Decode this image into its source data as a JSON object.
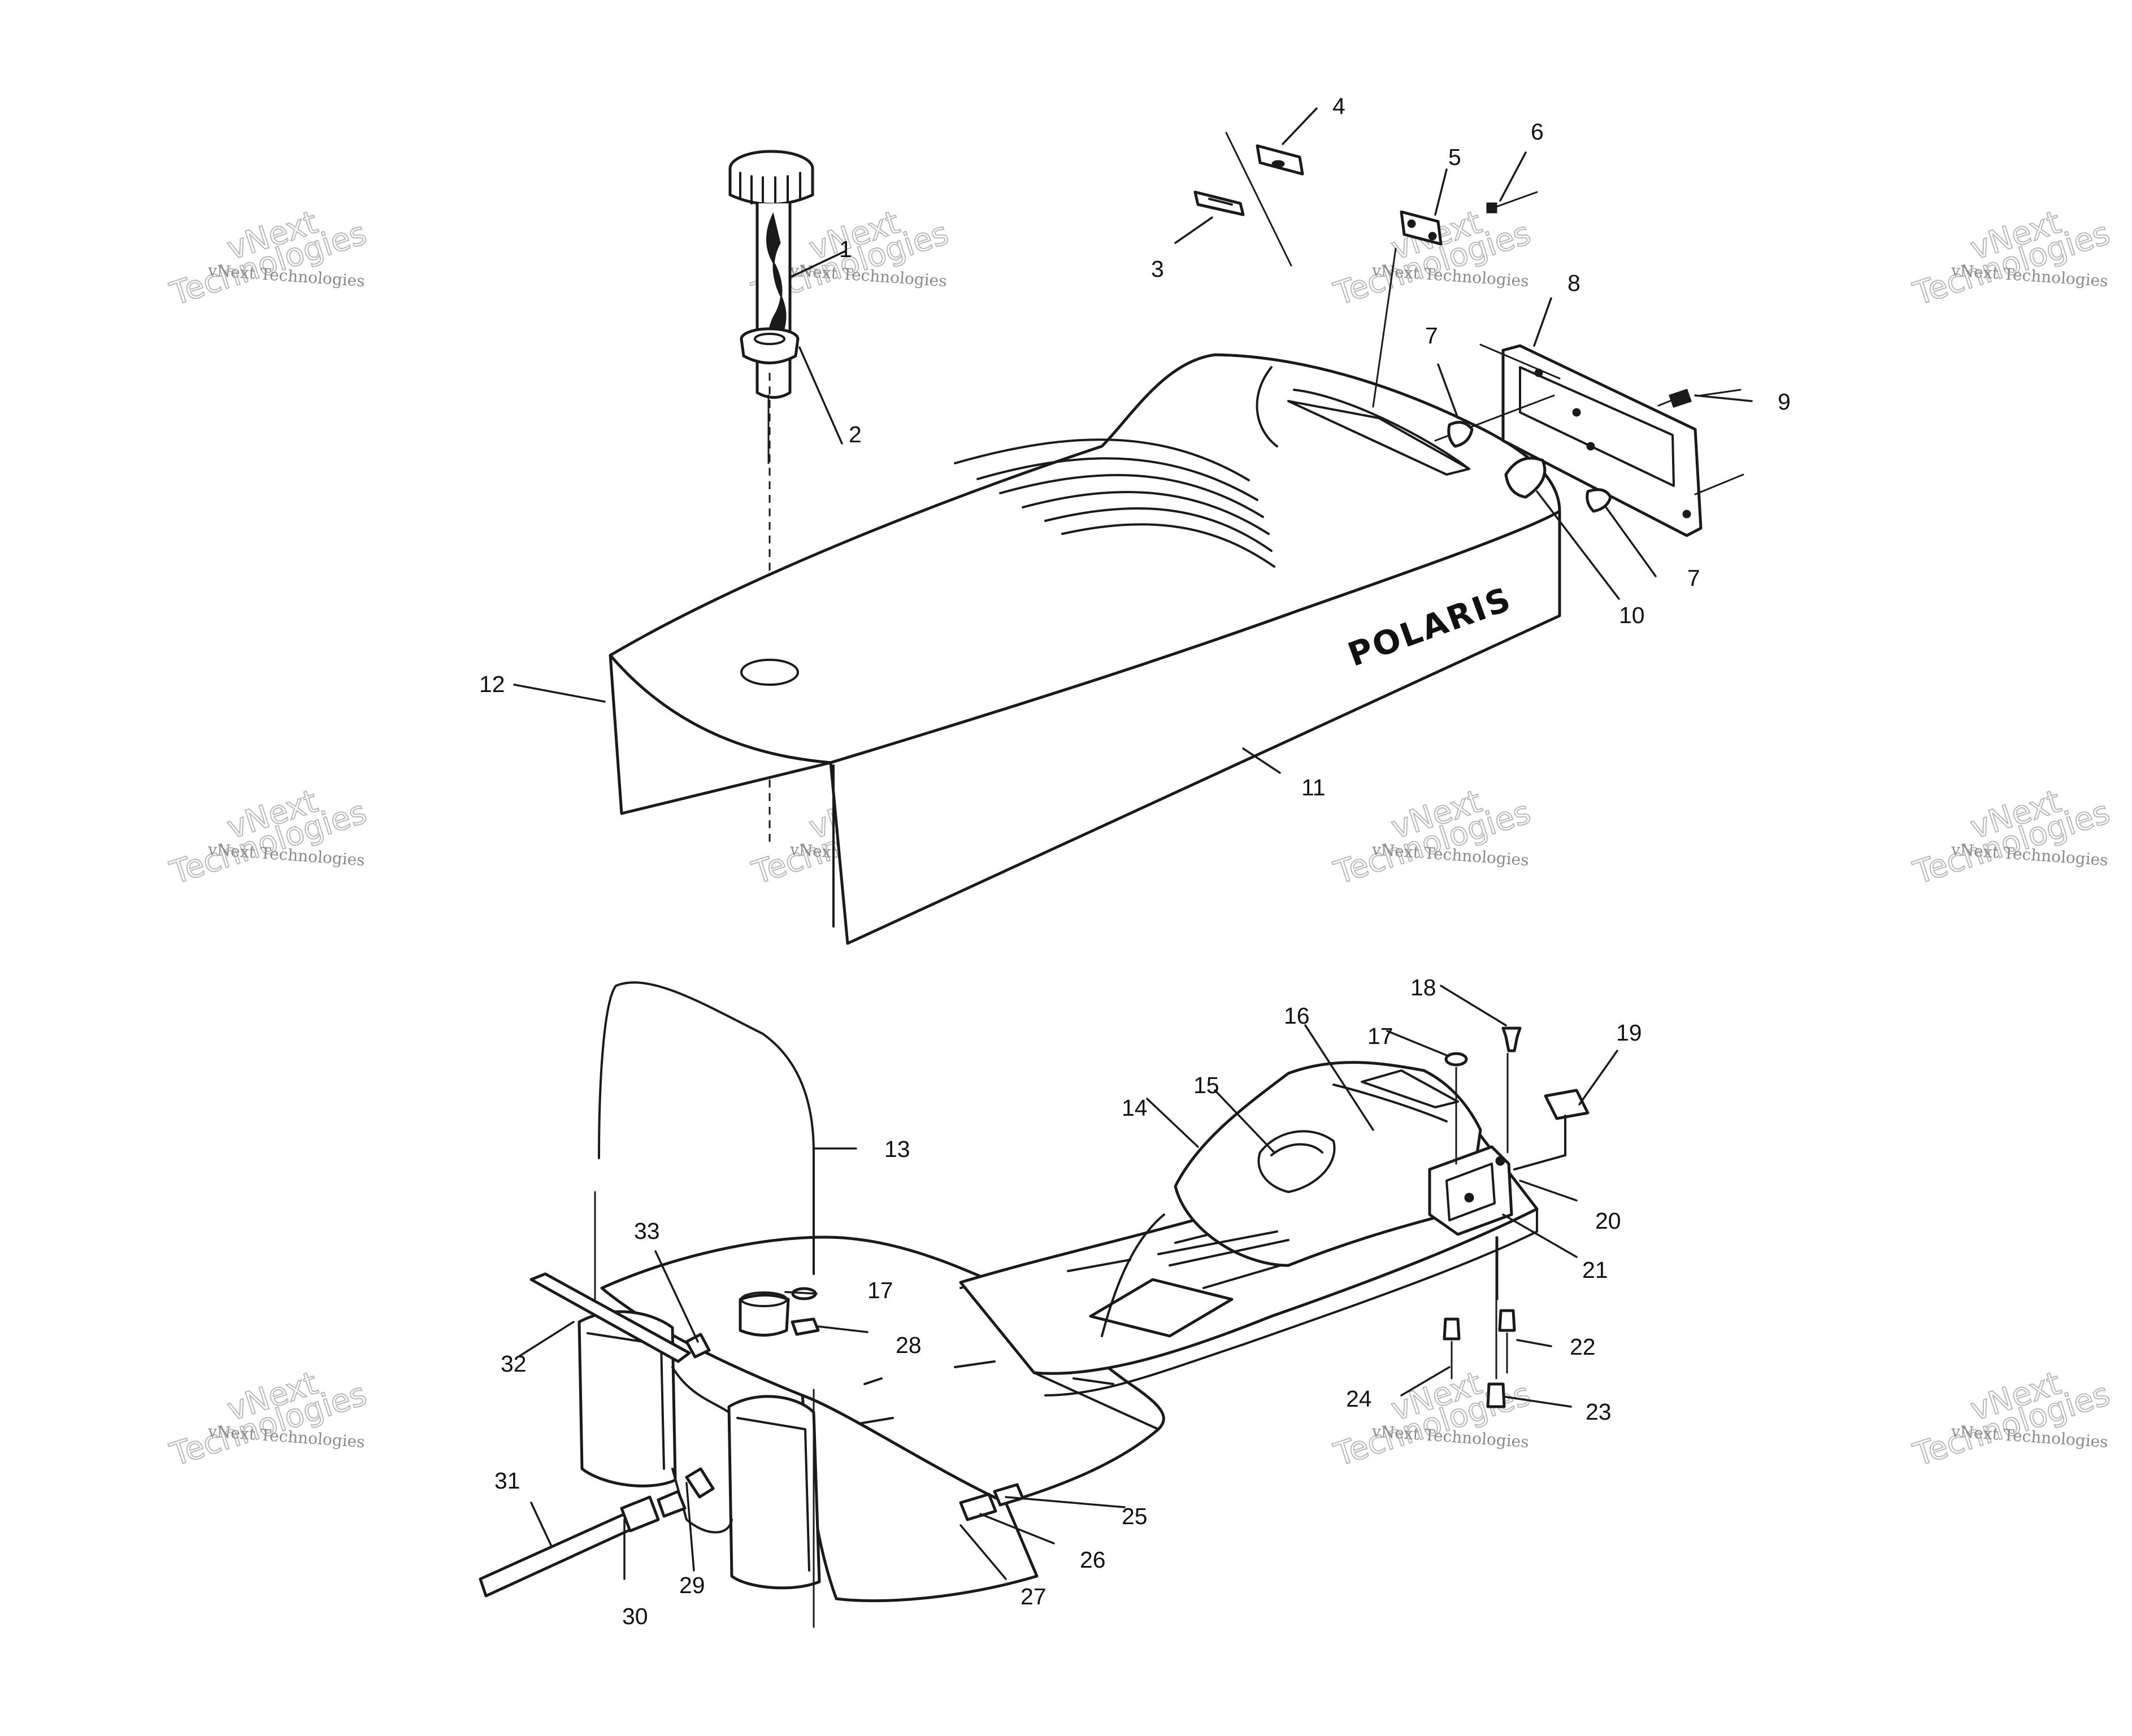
{
  "diagram": {
    "brand_logo": "POLARIS",
    "callouts": [
      "1",
      "2",
      "3",
      "4",
      "5",
      "6",
      "7",
      "7",
      "8",
      "9",
      "10",
      "11",
      "12",
      "13",
      "14",
      "15",
      "16",
      "17",
      "17",
      "18",
      "19",
      "20",
      "21",
      "22",
      "23",
      "24",
      "25",
      "26",
      "27",
      "28",
      "29",
      "30",
      "31",
      "32",
      "33"
    ],
    "watermark": {
      "line1": "vNext Technologies",
      "line2": "vNext",
      "line3": "Technologies"
    }
  }
}
